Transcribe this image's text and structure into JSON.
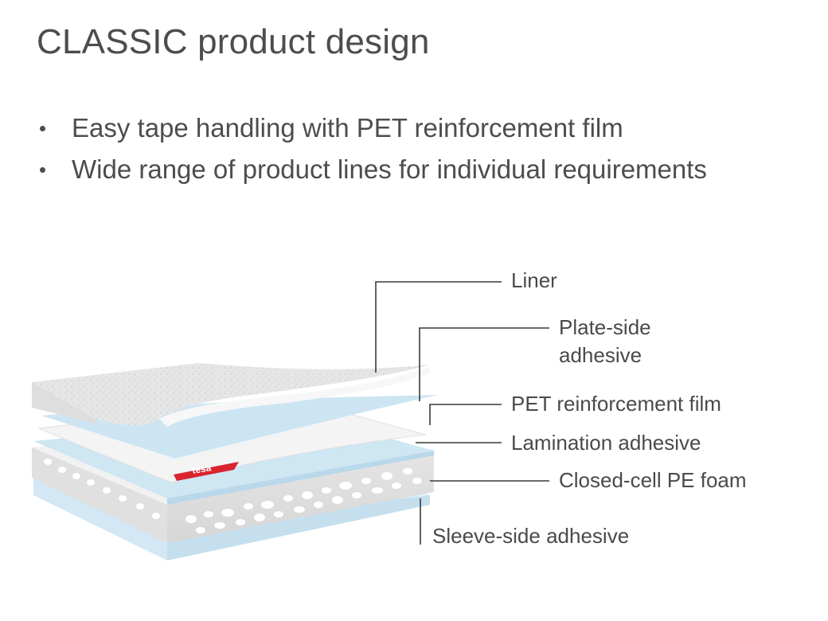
{
  "title": "CLASSIC product design",
  "bullets": [
    "Easy tape handling with PET reinforcement film",
    "Wide range of product lines for individual requirements"
  ],
  "diagram": {
    "logo_text": "tesa",
    "labels": {
      "liner": "Liner",
      "plate_side_adhesive_line1": "Plate-side",
      "plate_side_adhesive_line2": "adhesive",
      "pet_film": "PET reinforcement film",
      "lamination_adhesive": "Lamination adhesive",
      "foam": "Closed-cell PE foam",
      "sleeve_side_adhesive": "Sleeve-side adhesive"
    },
    "colors": {
      "liner": "#e9e9e9",
      "adhesive": "#c9e3f1",
      "film": "#f3f3f3",
      "foam": "#ededed",
      "brand_red": "#d9242f",
      "leader_line": "#3a3a3a"
    }
  }
}
